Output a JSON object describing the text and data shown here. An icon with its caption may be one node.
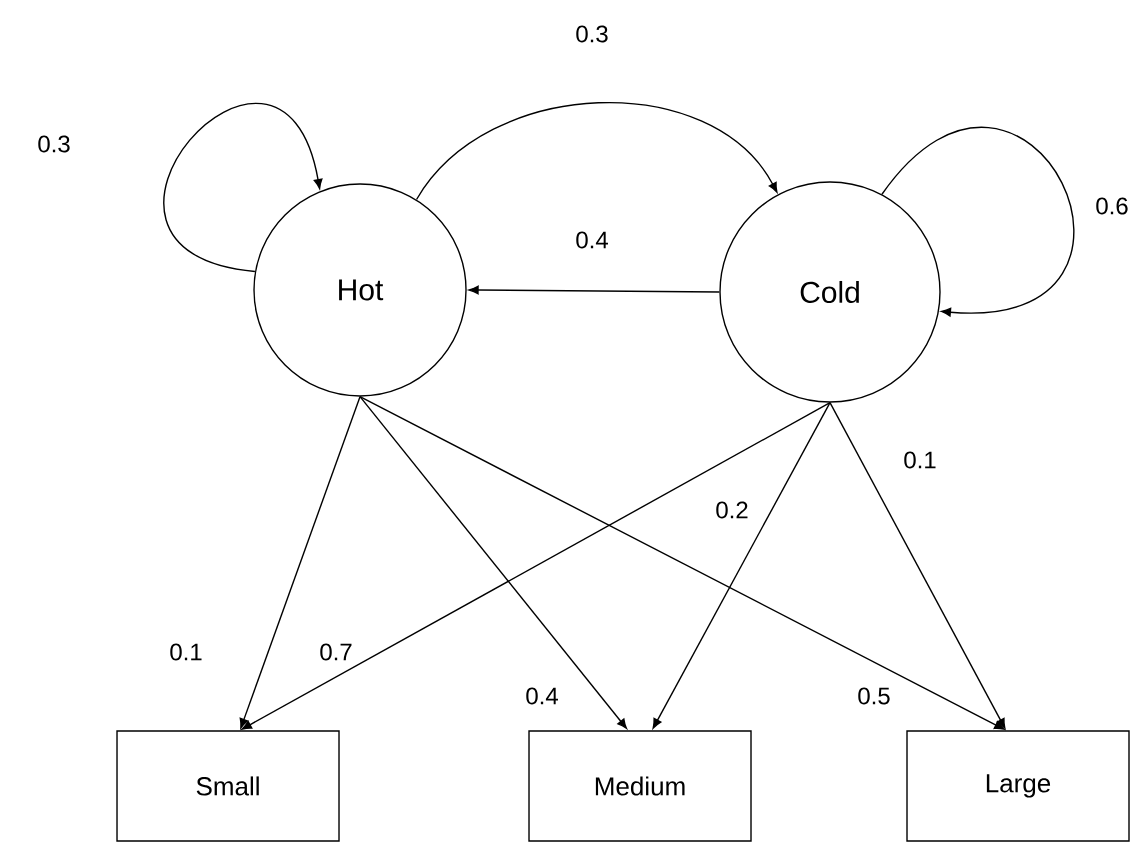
{
  "diagram": {
    "nodes": [
      {
        "text": [
          "Hot"
        ]
      },
      {
        "text": [
          "Cold"
        ]
      },
      {
        "text": [
          "Small"
        ]
      },
      {
        "text": [
          "Medium"
        ]
      },
      {
        "text": [
          "Large"
        ]
      }
    ],
    "edges": [
      {
        "from": 0,
        "to": 0,
        "arrow": "to",
        "label": "0.3"
      },
      {
        "from": 0,
        "to": 1,
        "arrow": "to",
        "label": "0.3"
      },
      {
        "from": 1,
        "to": 0,
        "arrow": "to",
        "label": "0.4"
      },
      {
        "from": 1,
        "to": 1,
        "arrow": "to",
        "label": "0.6"
      },
      {
        "from": 0,
        "to": 2,
        "arrow": "to",
        "label": "0.1"
      },
      {
        "from": 1,
        "to": 2,
        "arrow": "to",
        "label": "0.7"
      },
      {
        "from": 0,
        "to": 3,
        "arrow": "to",
        "label": "0.4"
      },
      {
        "from": 1,
        "to": 3,
        "arrow": "to",
        "label": "0.2"
      },
      {
        "from": 0,
        "to": 4,
        "arrow": "to",
        "label": "0.5"
      },
      {
        "from": 1,
        "to": 4,
        "arrow": "to",
        "label": "0.1"
      }
    ]
  }
}
